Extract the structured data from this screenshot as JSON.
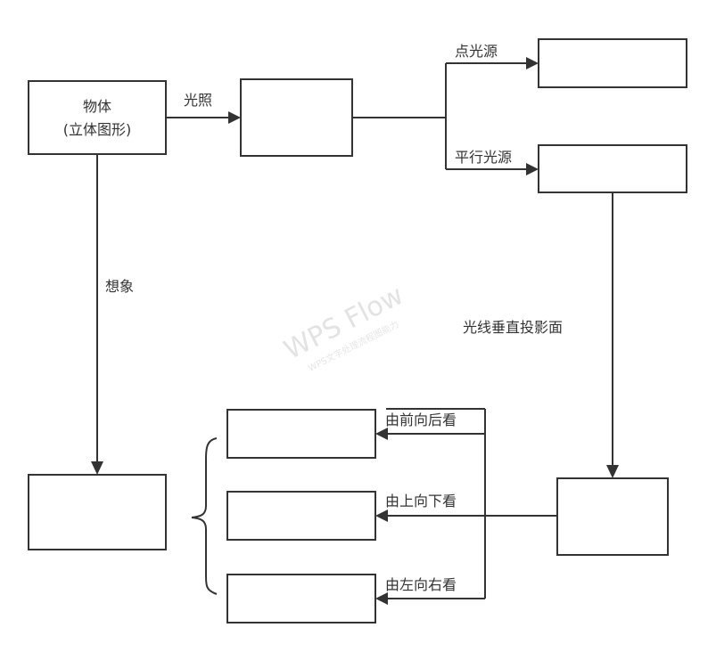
{
  "nodes": {
    "object_line1": "物体",
    "object_line2": "(立体图形)"
  },
  "labels": {
    "light": "光照",
    "point_source": "点光源",
    "parallel_source": "平行光源",
    "imagine": "想象",
    "vertical_projection": "光线垂直投影面",
    "front_to_back": "由前向后看",
    "top_to_bottom": "由上向下看",
    "left_to_right": "由左向右看"
  },
  "watermark": {
    "title": "WPS Flow",
    "subtitle": "WPS文字处理流程图能力"
  },
  "colors": {
    "stroke": "#333333",
    "watermark": "#e3e3e3"
  }
}
